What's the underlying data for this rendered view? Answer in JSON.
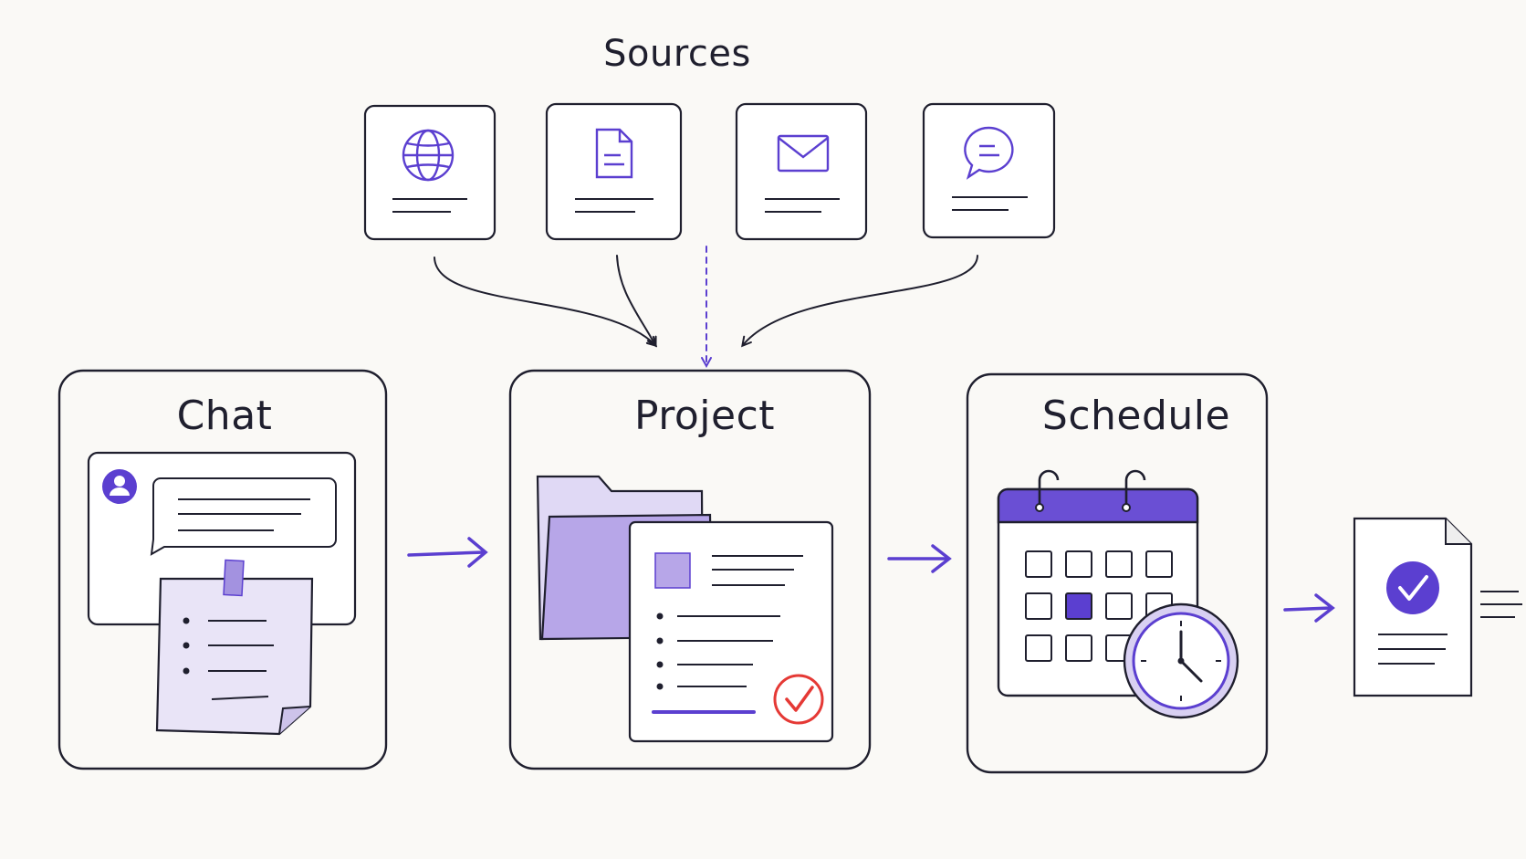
{
  "sources": {
    "title": "Sources",
    "cards": [
      {
        "icon": "globe-icon"
      },
      {
        "icon": "document-icon"
      },
      {
        "icon": "mail-icon"
      },
      {
        "icon": "chat-bubble-icon"
      }
    ]
  },
  "stages": [
    {
      "title": "Chat"
    },
    {
      "title": "Project"
    },
    {
      "title": "Schedule"
    }
  ],
  "output": {
    "icon": "check-document-icon"
  },
  "colors": {
    "ink": "#1f1f2e",
    "accent": "#5b3fd0",
    "accent_fill": "#d8d0f2",
    "check_red": "#e53935",
    "background": "#faf9f6"
  }
}
